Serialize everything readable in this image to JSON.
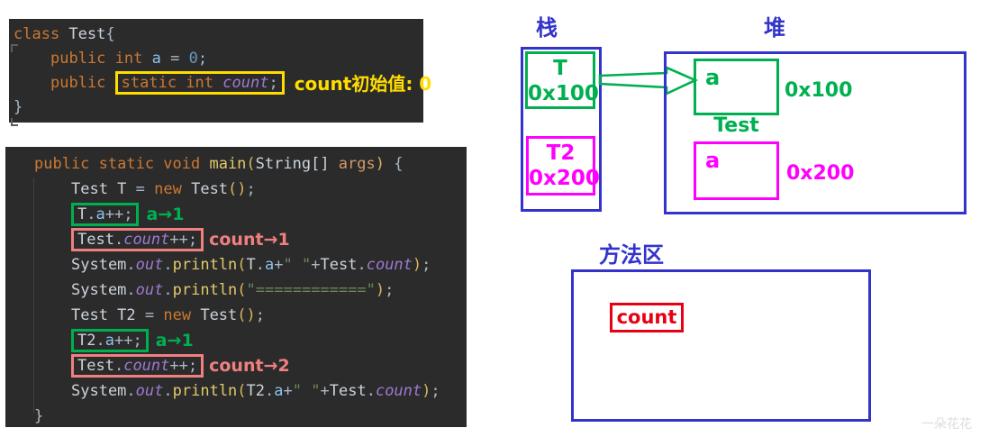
{
  "palette": {
    "code_background": "#2b2b2b",
    "keyword_orange": "#cc7832",
    "plain_text": "#a9b7c6",
    "method_yellow": "#e3c96b",
    "number_blue": "#6897bb",
    "string_green": "#6a8759",
    "instance_field_blue": "#8fc1e9",
    "static_field_purple": "#9d7ad1",
    "highlight_yellow": "#ffdd00",
    "highlight_green": "#00b050",
    "highlight_salmon": "#f08080",
    "diagram_blue": "#3333cc",
    "diagram_green": "#00b050",
    "diagram_magenta": "#ff00ff",
    "diagram_red": "#e60014"
  },
  "code1": {
    "lines": [
      {
        "ind": 0,
        "seg": [
          {
            "t": "class ",
            "c": "kw"
          },
          {
            "t": "Test",
            "c": "id"
          },
          {
            "t": "{",
            "c": "pl"
          }
        ]
      },
      {
        "ind": 1,
        "seg": [
          {
            "t": "public int ",
            "c": "kw"
          },
          {
            "t": "a",
            "c": "fieldb"
          },
          {
            "t": " = ",
            "c": "pl"
          },
          {
            "t": "0",
            "c": "num"
          },
          {
            "t": ";",
            "c": "pl"
          }
        ]
      },
      {
        "ind": 1,
        "seg": [
          {
            "t": "public ",
            "c": "kw"
          },
          {
            "box": "yellow",
            "seg": [
              {
                "t": "static int ",
                "c": "kw"
              },
              {
                "t": "count",
                "c": "sfield"
              },
              {
                "t": ";",
                "c": "pl"
              }
            ]
          },
          {
            "ann": "count初始值: 0",
            "c": "yellow"
          }
        ]
      },
      {
        "ind": 0,
        "seg": [
          {
            "t": "}",
            "c": "pl"
          }
        ]
      }
    ]
  },
  "code2": {
    "lines": [
      {
        "ind": 0,
        "seg": [
          {
            "t": "public static void ",
            "c": "kw"
          },
          {
            "t": "main",
            "c": "meth"
          },
          {
            "t": "(",
            "c": "paren"
          },
          {
            "t": "String[] ",
            "c": "id"
          },
          {
            "t": "args",
            "c": "param"
          },
          {
            "t": ")",
            "c": "paren"
          },
          {
            "t": " {",
            "c": "pl"
          }
        ]
      },
      {
        "ind": 1,
        "seg": [
          {
            "t": "Test T",
            "c": "id"
          },
          {
            "t": " = ",
            "c": "pl"
          },
          {
            "t": "new ",
            "c": "kw"
          },
          {
            "t": "Test",
            "c": "id"
          },
          {
            "t": "()",
            "c": "paren"
          },
          {
            "t": ";",
            "c": "pl"
          }
        ]
      },
      {
        "ind": 1,
        "seg": [
          {
            "box": "green",
            "seg": [
              {
                "t": "T",
                "c": "id"
              },
              {
                "t": ".",
                "c": "pl"
              },
              {
                "t": "a",
                "c": "fieldb"
              },
              {
                "t": "++;",
                "c": "pl"
              }
            ]
          },
          {
            "ann": "a→1",
            "c": "green"
          }
        ]
      },
      {
        "ind": 1,
        "seg": [
          {
            "box": "salmon",
            "seg": [
              {
                "t": "Test",
                "c": "id"
              },
              {
                "t": ".",
                "c": "pl"
              },
              {
                "t": "count",
                "c": "sfield"
              },
              {
                "t": "++;",
                "c": "pl"
              }
            ]
          },
          {
            "ann": "count→1",
            "c": "salmon"
          }
        ]
      },
      {
        "ind": 1,
        "seg": [
          {
            "t": "System",
            "c": "id"
          },
          {
            "t": ".",
            "c": "pl"
          },
          {
            "t": "out",
            "c": "sfield"
          },
          {
            "t": ".",
            "c": "pl"
          },
          {
            "t": "println",
            "c": "meth"
          },
          {
            "t": "(",
            "c": "paren"
          },
          {
            "t": "T",
            "c": "id"
          },
          {
            "t": ".",
            "c": "pl"
          },
          {
            "t": "a",
            "c": "fieldb"
          },
          {
            "t": "+",
            "c": "pl"
          },
          {
            "t": "\" \"",
            "c": "str"
          },
          {
            "t": "+",
            "c": "pl"
          },
          {
            "t": "Test",
            "c": "id"
          },
          {
            "t": ".",
            "c": "pl"
          },
          {
            "t": "count",
            "c": "sfield"
          },
          {
            "t": ")",
            "c": "paren"
          },
          {
            "t": ";",
            "c": "pl"
          }
        ]
      },
      {
        "ind": 1,
        "seg": [
          {
            "t": "System",
            "c": "id"
          },
          {
            "t": ".",
            "c": "pl"
          },
          {
            "t": "out",
            "c": "sfield"
          },
          {
            "t": ".",
            "c": "pl"
          },
          {
            "t": "println",
            "c": "meth"
          },
          {
            "t": "(",
            "c": "paren"
          },
          {
            "t": "\"============\"",
            "c": "str"
          },
          {
            "t": ")",
            "c": "paren"
          },
          {
            "t": ";",
            "c": "pl"
          }
        ]
      },
      {
        "ind": 1,
        "seg": [
          {
            "t": "Test T2",
            "c": "id"
          },
          {
            "t": " = ",
            "c": "pl"
          },
          {
            "t": "new ",
            "c": "kw"
          },
          {
            "t": "Test",
            "c": "id"
          },
          {
            "t": "()",
            "c": "paren"
          },
          {
            "t": ";",
            "c": "pl"
          }
        ]
      },
      {
        "ind": 1,
        "seg": [
          {
            "box": "green",
            "seg": [
              {
                "t": "T2",
                "c": "id"
              },
              {
                "t": ".",
                "c": "pl"
              },
              {
                "t": "a",
                "c": "fieldb"
              },
              {
                "t": "++;",
                "c": "pl"
              }
            ]
          },
          {
            "ann": "a→1",
            "c": "green"
          }
        ]
      },
      {
        "ind": 1,
        "seg": [
          {
            "box": "salmon",
            "seg": [
              {
                "t": "Test",
                "c": "id"
              },
              {
                "t": ".",
                "c": "pl"
              },
              {
                "t": "count",
                "c": "sfield"
              },
              {
                "t": "++;",
                "c": "pl"
              }
            ]
          },
          {
            "ann": "count→2",
            "c": "salmon"
          }
        ]
      },
      {
        "ind": 1,
        "seg": [
          {
            "t": "System",
            "c": "id"
          },
          {
            "t": ".",
            "c": "pl"
          },
          {
            "t": "out",
            "c": "sfield"
          },
          {
            "t": ".",
            "c": "pl"
          },
          {
            "t": "println",
            "c": "meth"
          },
          {
            "t": "(",
            "c": "paren"
          },
          {
            "t": "T2",
            "c": "id"
          },
          {
            "t": ".",
            "c": "pl"
          },
          {
            "t": "a",
            "c": "fieldb"
          },
          {
            "t": "+",
            "c": "pl"
          },
          {
            "t": "\" \"",
            "c": "str"
          },
          {
            "t": "+",
            "c": "pl"
          },
          {
            "t": "Test",
            "c": "id"
          },
          {
            "t": ".",
            "c": "pl"
          },
          {
            "t": "count",
            "c": "sfield"
          },
          {
            "t": ")",
            "c": "paren"
          },
          {
            "t": ";",
            "c": "pl"
          }
        ]
      },
      {
        "ind": 0,
        "seg": [
          {
            "t": "}",
            "c": "pl"
          }
        ]
      }
    ]
  },
  "memory": {
    "stack": {
      "label": "栈",
      "frames": [
        {
          "name": "T",
          "addr": "0x100"
        },
        {
          "name": "T2",
          "addr": "0x200"
        }
      ]
    },
    "heap": {
      "label": "堆",
      "objects": [
        {
          "field": "a",
          "addr": "0x100",
          "class_label": "Test"
        },
        {
          "field": "a",
          "addr": "0x200"
        }
      ]
    },
    "method_area": {
      "label": "方法区",
      "static_field": "count"
    }
  },
  "watermark": "一朵花花"
}
